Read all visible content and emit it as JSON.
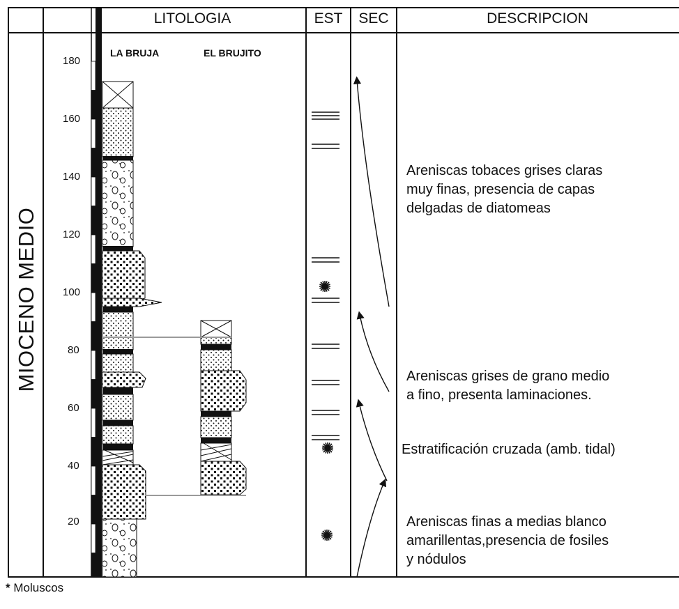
{
  "headers": {
    "lithology": "LITOLOGIA",
    "est": "EST",
    "sec": "SEC",
    "description": "DESCRIPCION"
  },
  "era_label": "MIOCENO MEDIO",
  "columns": {
    "left": "LA BRUJA",
    "right": "EL BRUJITO"
  },
  "scale_ticks": [
    "180",
    "160",
    "140",
    "120",
    "100",
    "80",
    "60",
    "40",
    "20"
  ],
  "descriptions": {
    "d1": [
      "Areniscas tobaces grises claras",
      "muy finas,  presencia  de capas",
      "delgadas de diatomeas"
    ],
    "d2": [
      "Areniscas grises de grano medio",
      "a fino, presenta laminaciones."
    ],
    "d3": [
      "Estratificación cruzada (amb. tidal)"
    ],
    "d4": [
      "Areniscas finas a medias blanco",
      "amarillentas,presencia de fosiles",
      "y nódulos"
    ]
  },
  "legend": {
    "symbol": "*",
    "text": "Moluscos"
  }
}
